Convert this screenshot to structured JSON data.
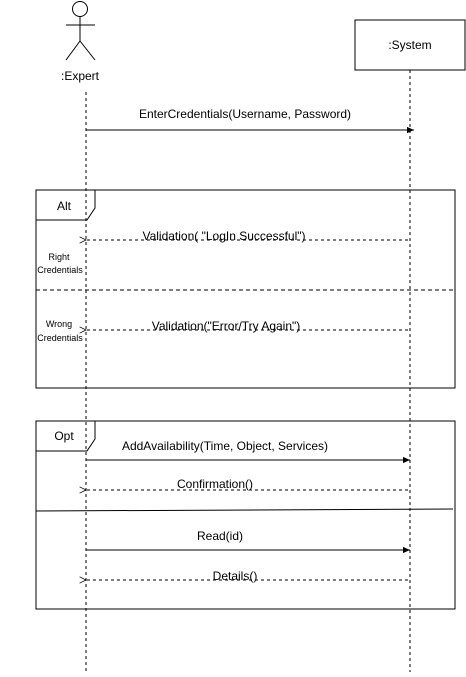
{
  "actors": {
    "expert": {
      "label": ":Expert"
    },
    "system": {
      "label": ":System"
    }
  },
  "messages": {
    "enter_credentials": "EnterCredentials(Username, Password)",
    "validation_success": "Validation( \"LogIn Successful\")",
    "validation_error": "Validation(\"Error/Try Again\")",
    "add_availability": "AddAvailability(Time, Object, Services)",
    "confirmation": "Confirmation()",
    "read": "Read(id)",
    "details": "Details()"
  },
  "fragments": {
    "alt": {
      "label": "Alt",
      "guard_right_line1": "Right",
      "guard_right_line2": "Credentials",
      "guard_wrong_line1": "Wrong",
      "guard_wrong_line2": "Credentials"
    },
    "opt": {
      "label": "Opt"
    }
  }
}
